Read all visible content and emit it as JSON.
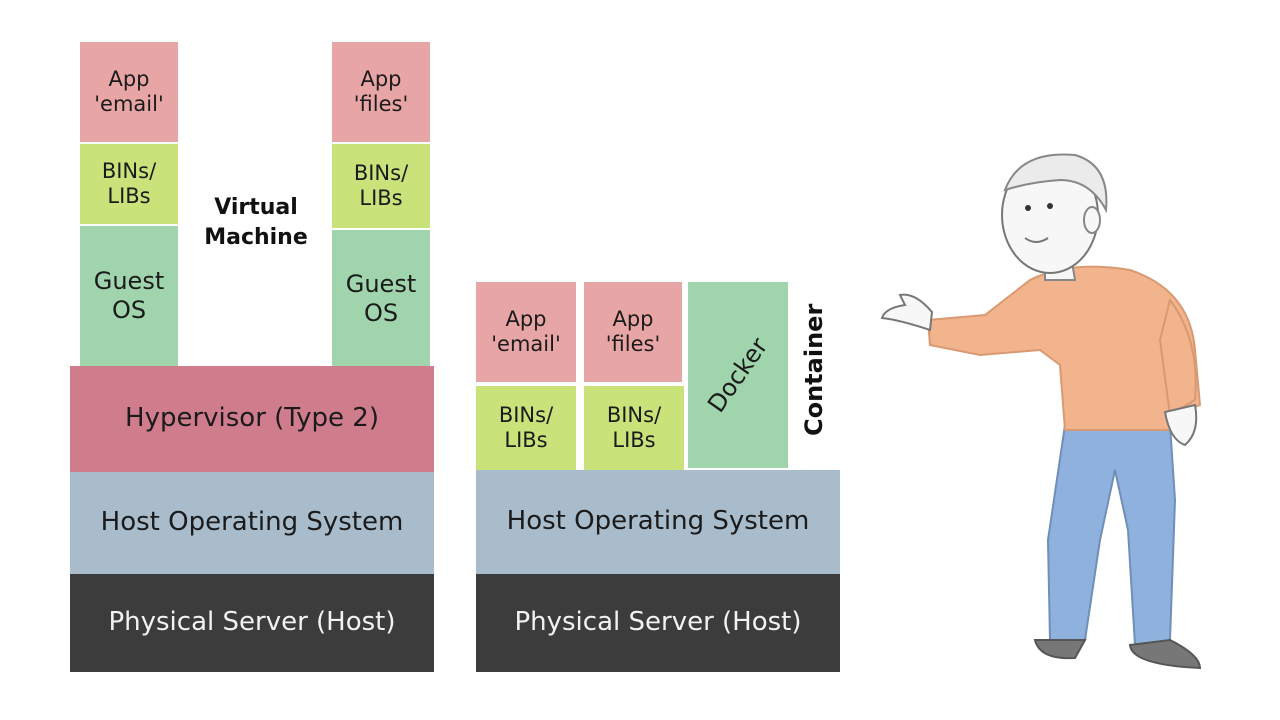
{
  "vm_stack": {
    "app_email": [
      "App",
      "'email'"
    ],
    "app_files": [
      "App",
      "'files'"
    ],
    "bins_left": [
      "BINs/",
      "LIBs"
    ],
    "bins_right": [
      "BINs/",
      "LIBs"
    ],
    "guest_left": [
      "Guest",
      "OS"
    ],
    "guest_right": [
      "Guest",
      "OS"
    ],
    "vm_label": [
      "Virtual",
      "Machine"
    ],
    "hypervisor": "Hypervisor (Type 2)",
    "host_os": "Host Operating System",
    "physical": "Physical Server (Host)"
  },
  "container_stack": {
    "app_email": [
      "App",
      "'email'"
    ],
    "app_files": [
      "App",
      "'files'"
    ],
    "bins_left": [
      "BINs/",
      "LIBs"
    ],
    "bins_right": [
      "BINs/",
      "LIBs"
    ],
    "docker": "Docker",
    "container_label": "Container",
    "host_os": "Host Operating System",
    "physical": "Physical Server (Host)"
  },
  "colors": {
    "app": "#e8a5a5",
    "bins": "#c9e27a",
    "guest_os": "#9fd4ac",
    "hypervisor": "#cf7c8d",
    "host_os": "#a9bccc",
    "physical": "#3c3c3c"
  },
  "illustration": {
    "icon": "presenter-person-icon"
  }
}
